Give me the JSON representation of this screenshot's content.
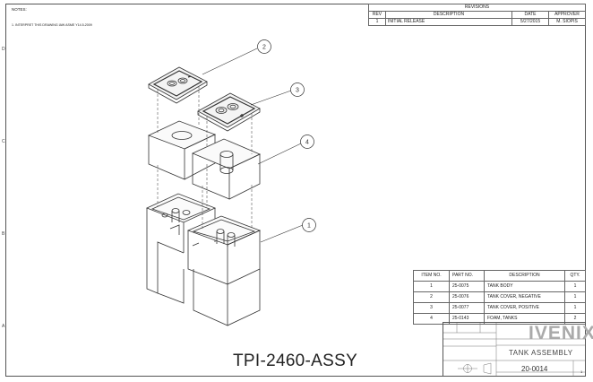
{
  "notes": {
    "title": "NOTES:",
    "items": [
      "1.  INTERPRET THIS DRAWING IAW ASME Y14.5-2009"
    ]
  },
  "revisions": {
    "title": "REVISIONS",
    "headers": [
      "REV",
      "DESCRIPTION",
      "DATE",
      "APPROVER"
    ],
    "rows": [
      [
        "1",
        "INITIAL RELEASE",
        "5/27/2015",
        "M. SIOPIS"
      ]
    ]
  },
  "bom": {
    "headers": [
      "ITEM NO.",
      "PART NO.",
      "DESCRIPTION",
      "QTY."
    ],
    "rows": [
      [
        "1",
        "25-0075",
        "TANK BODY",
        "1"
      ],
      [
        "2",
        "25-0076",
        "TANK COVER, NEGATIVE",
        "1"
      ],
      [
        "3",
        "25-0077",
        "TANK COVER, POSITIVE",
        "1"
      ],
      [
        "4",
        "25-0143",
        "FOAM, TANKS",
        "2"
      ]
    ]
  },
  "balloons": [
    "1",
    "2",
    "3",
    "4"
  ],
  "zones": {
    "left": [
      "D",
      "C",
      "B",
      "A"
    ]
  },
  "title_block": {
    "logo": "IVENIX",
    "title": "TANK ASSEMBLY",
    "drawing_number": "20-0014",
    "sheet": "1",
    "revision": "1"
  },
  "drawing_title": "TPI-2460-ASSY"
}
